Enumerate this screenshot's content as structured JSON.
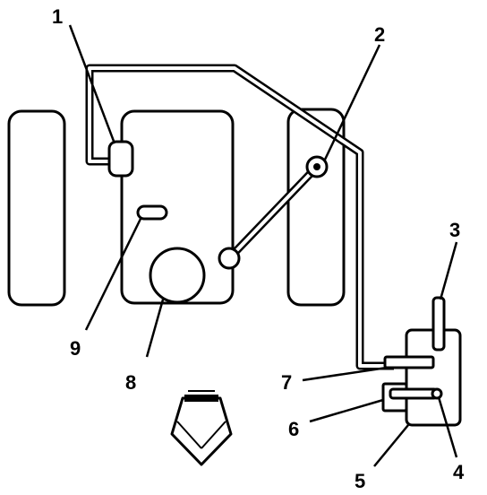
{
  "colors": {
    "stroke": "#000000",
    "background": "#ffffff"
  },
  "labels": [
    {
      "id": "1",
      "text": "1"
    },
    {
      "id": "2",
      "text": "2"
    },
    {
      "id": "3",
      "text": "3"
    },
    {
      "id": "4",
      "text": "4"
    },
    {
      "id": "5",
      "text": "5"
    },
    {
      "id": "6",
      "text": "6"
    },
    {
      "id": "7",
      "text": "7"
    },
    {
      "id": "8",
      "text": "8"
    },
    {
      "id": "9",
      "text": "9"
    }
  ],
  "icons": {
    "direction_arrow": "down-arrow-icon"
  }
}
